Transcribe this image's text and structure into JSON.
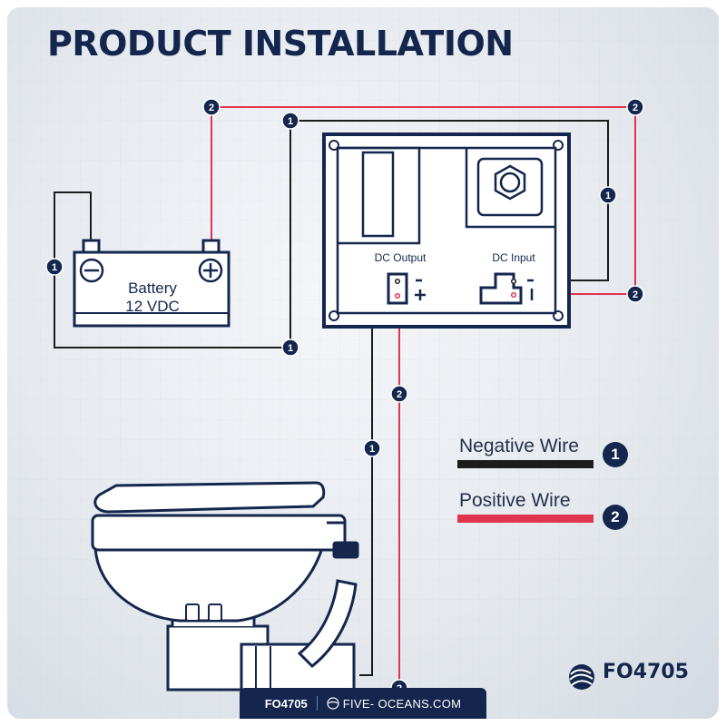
{
  "title": "PRODUCT INSTALLATION",
  "battery": {
    "line1": "Battery",
    "line2": "12 VDC"
  },
  "controller": {
    "output_label": "DC Output",
    "input_label": "DC Input"
  },
  "legend": {
    "negative": {
      "label": "Negative Wire",
      "number": "1",
      "color": "#1c1c1c"
    },
    "positive": {
      "label": "Positive Wire",
      "number": "2",
      "color": "#e0344f"
    }
  },
  "wire_markers": {
    "negative": "1",
    "positive": "2"
  },
  "brand": {
    "model": "FO4705"
  },
  "footer": {
    "model": "FO4705",
    "site_prefix": "FIVE-",
    "site_suffix": "OCEANS.COM"
  },
  "colors": {
    "navy": "#14264d",
    "negative": "#1c1c1c",
    "positive": "#e0344f"
  }
}
